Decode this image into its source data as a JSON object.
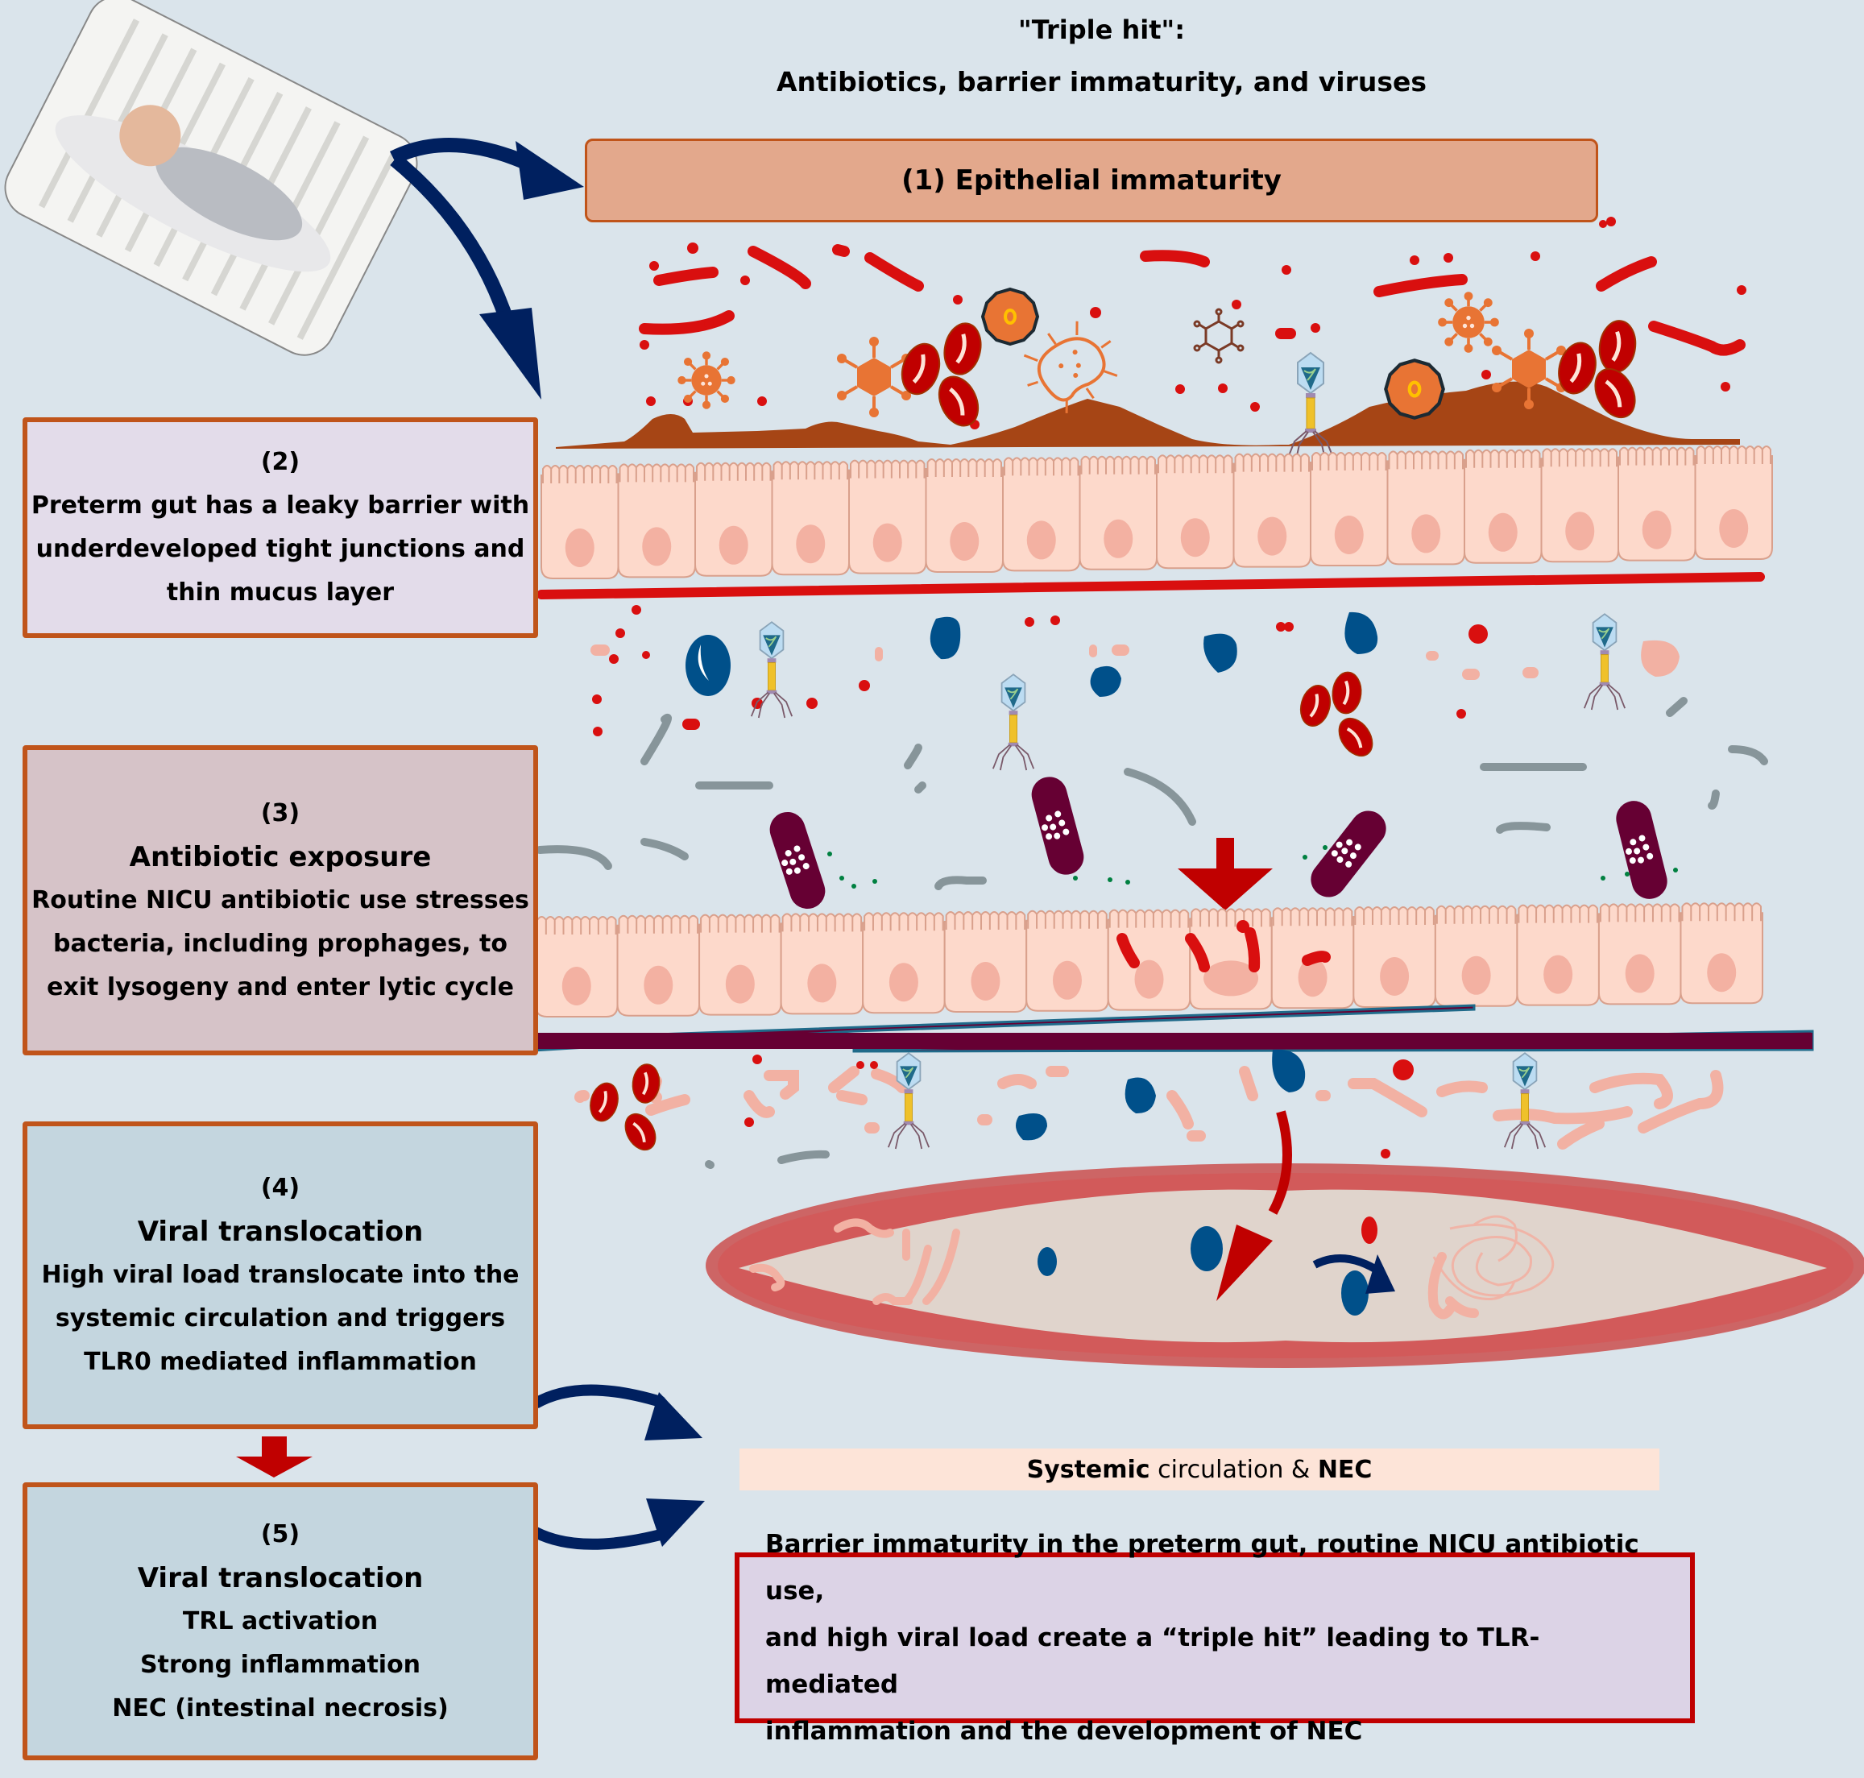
{
  "header": {
    "title_line1": "\"Triple hit\":",
    "title_line2": "Antibiotics, barrier immaturity, and viruses"
  },
  "banner": {
    "label": "(1) Epithelial immaturity"
  },
  "boxes": [
    {
      "number": "(2)",
      "heading": "",
      "lines": [
        "Preterm gut has a leaky barrier with",
        "underdeveloped tight junctions and",
        "thin mucus layer"
      ]
    },
    {
      "number": "(3)",
      "heading": "Antibiotic exposure",
      "lines": [
        "Routine NICU antibiotic use stresses",
        "bacteria, including prophages, to",
        "exit lysogeny and enter lytic cycle"
      ]
    },
    {
      "number": "(4)",
      "heading": "Viral translocation",
      "lines": [
        "High viral load translocate into the",
        "systemic circulation and triggers",
        "TLR0 mediated inflammation"
      ]
    },
    {
      "number": "(5)",
      "heading": "Viral translocation",
      "lines": [
        "TRL activation",
        "Strong inflammation",
        "NEC (intestinal necrosis)"
      ]
    }
  ],
  "systemic": {
    "bold_start": "Systemic",
    "middle": " circulation & ",
    "bold_end": "NEC"
  },
  "summary": {
    "lines": [
      "Barrier immaturity in the preterm gut, routine NICU antibiotic use,",
      "and high viral load create a “triple hit” leading to TLR-mediated",
      "inflammation and the development of NEC"
    ]
  },
  "illustration": {
    "icons": [
      "infant-in-crib-photo",
      "bacteriophage-icon",
      "virus-icon",
      "red-blood-cell-icon",
      "bacterium-icon",
      "epithelial-cell-icon",
      "blood-vessel-icon",
      "immune-cell-icon",
      "antibiotic-rod-bacterium-icon"
    ],
    "colors": {
      "background": "#dae4eb",
      "box_border": "#c0541a",
      "mucus": "#a64515",
      "epithelium": "#fdd9cb",
      "nucleus": "#f3b1a2",
      "basement_red": "#d90f0f",
      "basement_dark": "#660033",
      "arrow_navy": "#00205f",
      "arrow_red": "#c00000",
      "immune_blue": "#00508a",
      "virus_orange": "#e87434",
      "vessel_red": "#d05858"
    }
  }
}
